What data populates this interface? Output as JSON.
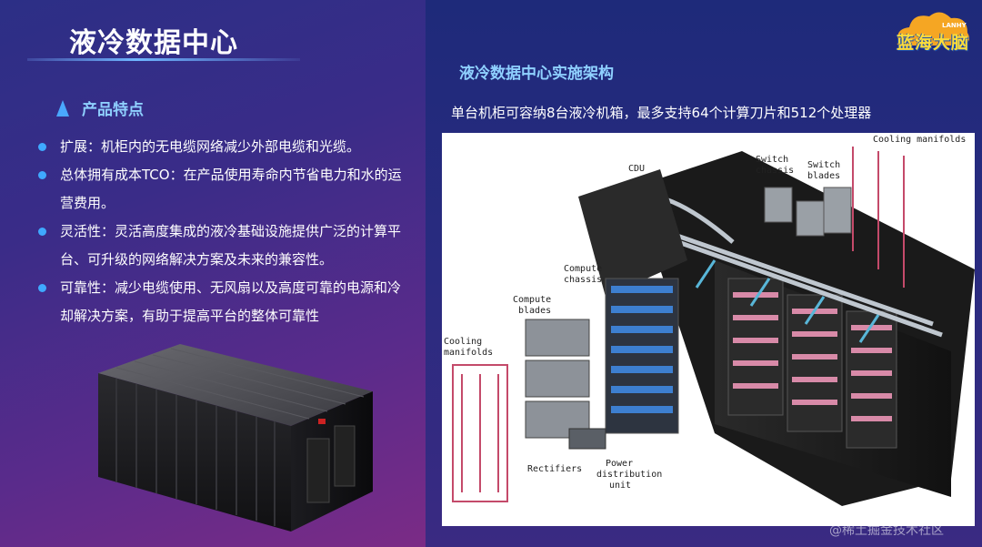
{
  "slide": {
    "title": "液冷数据中心",
    "section_title": "产品特点",
    "features": [
      "扩展：机柜内的无电缆网络减少外部电缆和光缆。",
      "总体拥有成本TCO：在产品使用寿命内节省电力和水的运营费用。",
      "灵活性：灵活高度集成的液冷基础设施提供广泛的计算平台、可升级的网络解决方案及未来的兼容性。",
      "可靠性：减少电缆使用、无风扇以及高度可靠的电源和冷却解决方案，有助于提高平台的整体可靠性"
    ]
  },
  "logo": {
    "main": "蓝海大脑",
    "small": "LANHY"
  },
  "architecture": {
    "title": "液冷数据中心实施架构",
    "caption": "单台机柜可容纳8台液冷机箱，最多支持64个计算刀片和512个处理器",
    "diagram_labels": {
      "cdu": "CDU",
      "switch_chassis": [
        "Switch",
        "chassis"
      ],
      "switch_blades": [
        "Switch",
        "blades"
      ],
      "cooling_manifolds_top": "Cooling manifolds",
      "compute_chassis": [
        "Compute",
        "chassis"
      ],
      "compute_blades": [
        "Compute",
        "blades"
      ],
      "cooling_manifolds_left": [
        "Cooling",
        "manifolds"
      ],
      "rectifiers": "Rectifiers",
      "power_distribution": [
        "Power",
        "distribution",
        "unit"
      ]
    }
  },
  "watermark": "@稀土掘金技术社区",
  "colors": {
    "accent_blue": "#3fa9ff",
    "heading_blue": "#8fd0ff",
    "logo_yellow": "#ffdd3a"
  }
}
